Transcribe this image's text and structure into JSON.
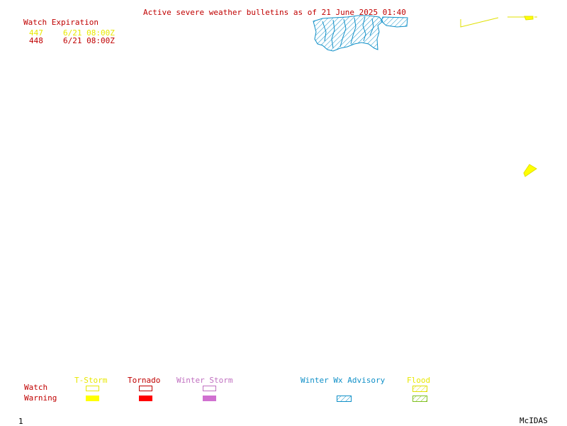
{
  "title": "Active severe weather bulletins as of 21 June 2025 01:40",
  "watch_expiration": {
    "heading": "Watch Expiration",
    "rows": [
      {
        "number": "447",
        "time": "6/21 08:00Z",
        "color": "#ffff00"
      },
      {
        "number": "448",
        "time": "6/21 08:00Z",
        "color": "#c00000"
      }
    ]
  },
  "legend": {
    "row_labels": {
      "watch": "Watch",
      "warning": "Warning"
    },
    "categories": [
      {
        "label": "T-Storm",
        "color": "#ffff00"
      },
      {
        "label": "Tornado",
        "color": "#c00000"
      },
      {
        "label": "Winter Storm",
        "color": "#d070d0"
      },
      {
        "label": "Winter Wx Advisory",
        "color": "#1090c8"
      },
      {
        "label": "Flood",
        "color": "#80c020"
      }
    ]
  },
  "footer": {
    "frame": "1",
    "brand": "McIDAS"
  },
  "colors": {
    "label_red": "#c00000",
    "advisory_blue": "#1090c8",
    "watch_yellow": "#ffff00"
  }
}
